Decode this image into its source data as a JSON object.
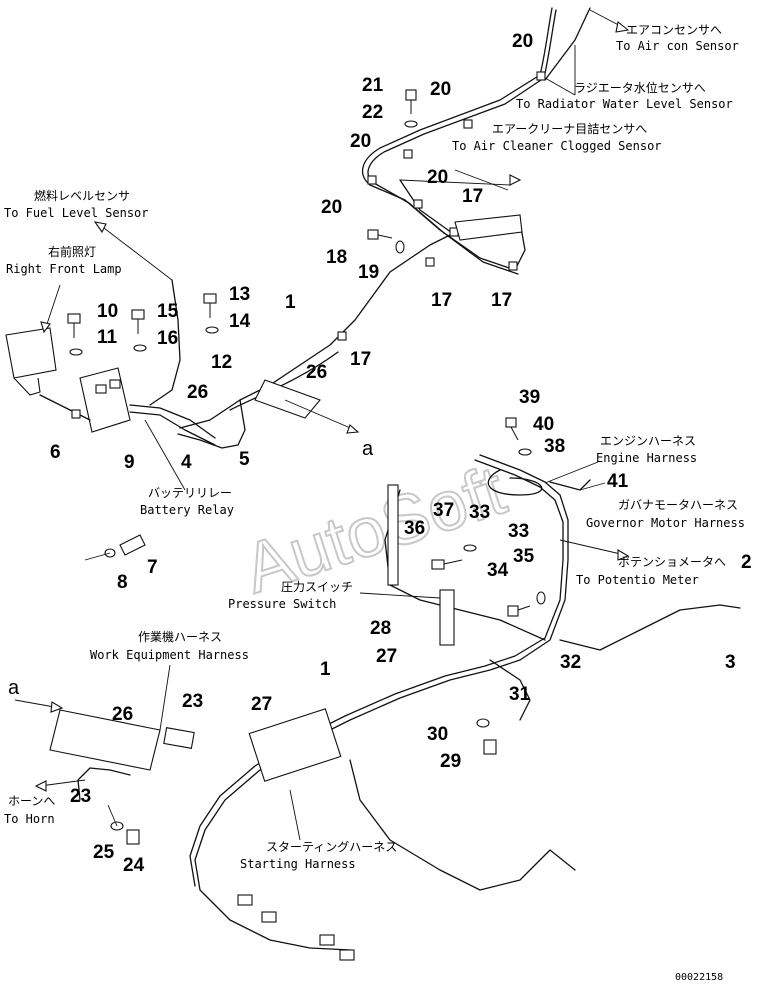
{
  "watermark": "AutoSoft",
  "drawing_code": "00022158",
  "labels": {
    "air_con_jp": "エアコンセンサへ",
    "air_con_en": "To Air con Sensor",
    "radiator_jp": "ラジエータ水位センサへ",
    "radiator_en": "To Radiator Water Level Sensor",
    "air_cleaner_jp": "エアークリーナ目詰センサへ",
    "air_cleaner_en": "To Air Cleaner Clogged Sensor",
    "fuel_jp": "燃料レベルセンサ",
    "fuel_en": "To Fuel Level Sensor",
    "lamp_jp": "右前照灯",
    "lamp_en": "Right Front Lamp",
    "battery_jp": "バッテリリレー",
    "battery_en": "Battery Relay",
    "engine_jp": "エンジンハーネス",
    "engine_en": "Engine Harness",
    "governor_jp": "ガバナモータハーネス",
    "governor_en": "Governor Motor Harness",
    "potentio_jp": "ポテンショメータへ",
    "potentio_en": "To Potentio Meter",
    "pressure_jp": "圧力スイッチ",
    "pressure_en": "Pressure Switch",
    "work_jp": "作業機ハーネス",
    "work_en": "Work Equipment Harness",
    "horn_jp": "ホーンへ",
    "horn_en": "To Horn",
    "starting_jp": "スターティングハーネス",
    "starting_en": "Starting Harness",
    "ref_a": "a"
  },
  "callouts": {
    "n1": "1",
    "n2": "2",
    "n3": "3",
    "n4": "4",
    "n5": "5",
    "n6": "6",
    "n7": "7",
    "n8": "8",
    "n9": "9",
    "n10": "10",
    "n11": "11",
    "n12": "12",
    "n13": "13",
    "n14": "14",
    "n15": "15",
    "n16": "16",
    "n17": "17",
    "n18": "18",
    "n19": "19",
    "n20": "20",
    "n21": "21",
    "n22": "22",
    "n23": "23",
    "n24": "24",
    "n25": "25",
    "n26": "26",
    "n27": "27",
    "n28": "28",
    "n29": "29",
    "n30": "30",
    "n31": "31",
    "n32": "32",
    "n33": "33",
    "n34": "34",
    "n35": "35",
    "n36": "36",
    "n37": "37",
    "n38": "38",
    "n39": "39",
    "n40": "40",
    "n41": "41"
  }
}
